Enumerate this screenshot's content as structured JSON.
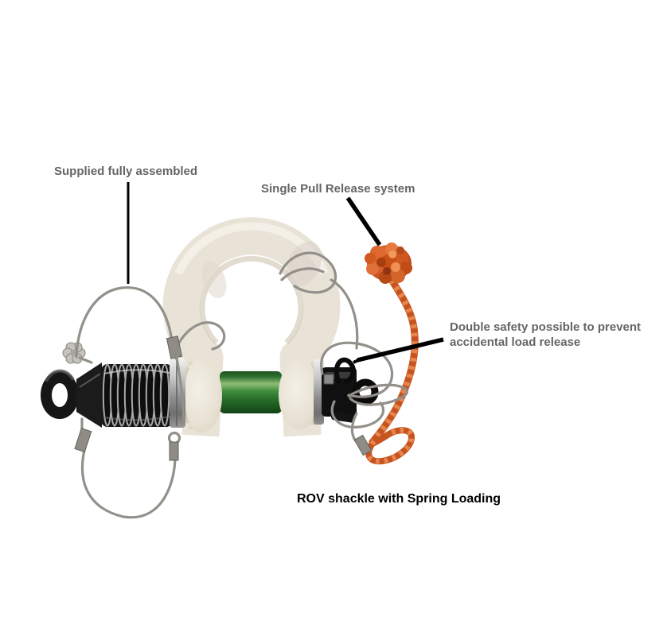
{
  "caption": "ROV shackle with Spring Loading",
  "annotations": {
    "supplied": "Supplied fully assembled",
    "single_pull": "Single Pull Release system",
    "double_safety": "Double safety possible to prevent accidental load release"
  },
  "colors": {
    "label_text": "#656565",
    "caption_text": "#000000",
    "leader_line": "#000000",
    "shackle_body": "#e9e3d7",
    "pin_green": "#2e7d32",
    "rope_orange": "#c65420",
    "wire_gray": "#93908a",
    "rubber_black": "#161616"
  }
}
